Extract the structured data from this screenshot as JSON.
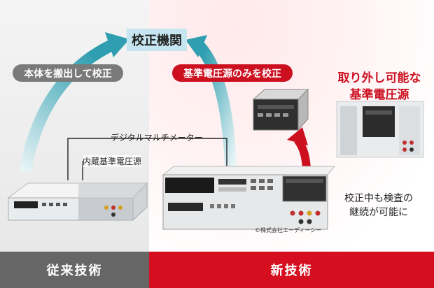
{
  "diagram": {
    "title": "校正機関",
    "conventional_label": "本体を搬出して校正",
    "new_label": "基準電圧源のみを校正",
    "removable_title_line1": "取り外し可能な",
    "removable_title_line2": "基準電圧源",
    "dmm_label": "デジタルマルチメーター",
    "internal_ref_label": "内蔵基準電圧源",
    "note_line1": "校正中も検査の",
    "note_line2": "継続が可能に",
    "copyright": "©株式会社エーディーシー",
    "bar_left": "従来技術",
    "bar_right": "新技術"
  },
  "colors": {
    "accent_red": "#cc1020",
    "bar_red": "#d50f1f",
    "bar_gray": "#666666",
    "arrow_teal": "#4aa8b6",
    "title_bg": "#c5e6f0"
  }
}
